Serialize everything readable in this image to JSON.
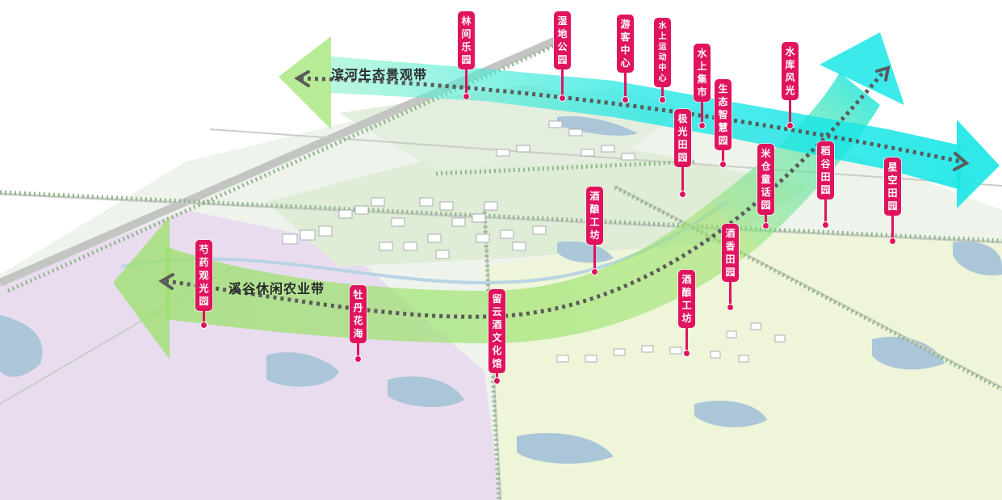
{
  "colors": {
    "pin": "#e0135e",
    "green_belt": "#9ae26a",
    "cyan_belt": "#19e6e6",
    "arrow_dots": "#5a5a5a"
  },
  "belts": {
    "riverside": "滨河生态景观带",
    "valley": "溪谷休闲农业带"
  },
  "pins": [
    {
      "id": "linjian-leyuan",
      "label": "林间乐园"
    },
    {
      "id": "shidi-gongyuan",
      "label": "湿地公园"
    },
    {
      "id": "youke-zhongxin",
      "label": "游客中心"
    },
    {
      "id": "shuishang-yundong-zhongxin",
      "label": "水上运动中心"
    },
    {
      "id": "shuishang-jishi",
      "label": "水上集市"
    },
    {
      "id": "shengtai-zhihuiyuan",
      "label": "生态智慧园"
    },
    {
      "id": "shuiku-fengguang",
      "label": "水库风光"
    },
    {
      "id": "jiguang-tianyuan",
      "label": "极光田园"
    },
    {
      "id": "micang-tonghuayuan",
      "label": "米仓童话园"
    },
    {
      "id": "daogu-tianyuan",
      "label": "稻谷田园"
    },
    {
      "id": "xingkong-tianyuan",
      "label": "星空田园"
    },
    {
      "id": "jiuniang-gongfang-1",
      "label": "酒酿工坊"
    },
    {
      "id": "jiuxiang-tianyuan",
      "label": "酒香田园"
    },
    {
      "id": "jiuniang-gongfang-2",
      "label": "酒酿工坊"
    },
    {
      "id": "shaoyao-guanguangyuan",
      "label": "芍药观光园"
    },
    {
      "id": "mudan-huahai",
      "label": "牡丹花海"
    },
    {
      "id": "liuyunjiu-wenhuaguan",
      "label": "留云酒文化馆"
    }
  ]
}
